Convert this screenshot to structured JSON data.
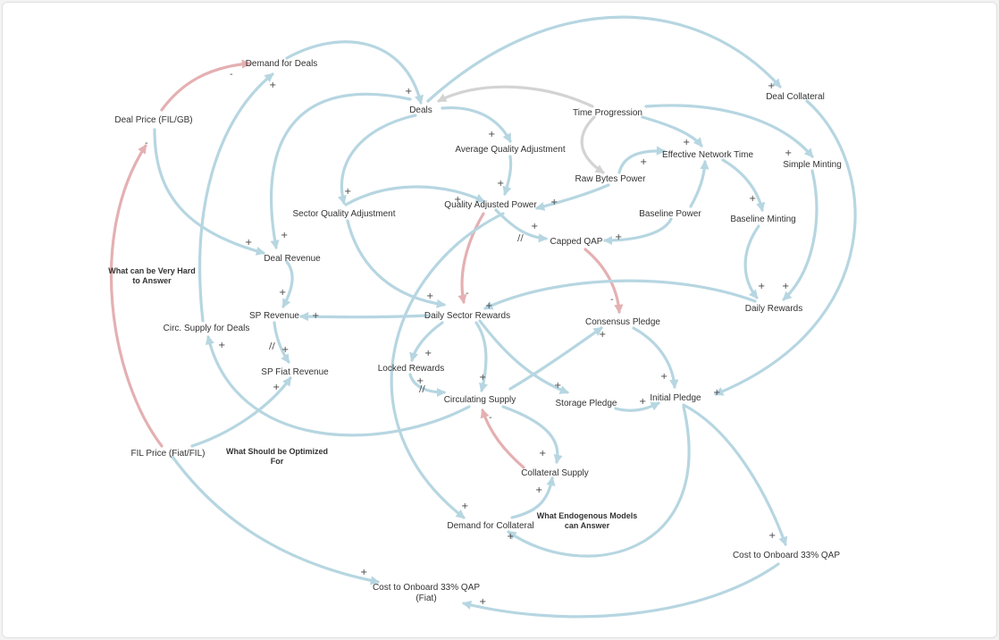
{
  "colors": {
    "positive": "#b6d6e1",
    "negative": "#e4b0b2",
    "neutral": "#d3d3d3"
  },
  "nodes": {
    "demand_for_deals": "Demand for Deals",
    "deal_price": "Deal Price (FIL/GB)",
    "deals": "Deals",
    "time_progression": "Time Progression",
    "deal_collateral": "Deal Collateral",
    "average_quality_adjustment": "Average Quality Adjustment",
    "effective_network_time": "Effective Network Time",
    "raw_bytes_power": "Raw Bytes Power",
    "simple_minting": "Simple Minting",
    "sector_quality_adjustment": "Sector Quality Adjustment",
    "quality_adjusted_power": "Quality Adjusted Power",
    "baseline_power": "Baseline Power",
    "baseline_minting": "Baseline Minting",
    "capped_qap": "Capped QAP",
    "deal_revenue": "Deal Revenue",
    "daily_rewards": "Daily Rewards",
    "sp_revenue": "SP Revenue",
    "daily_sector_rewards": "Daily Sector Rewards",
    "consensus_pledge": "Consensus Pledge",
    "circ_supply_for_deals": "Circ. Supply for Deals",
    "locked_rewards": "Locked Rewards",
    "sp_fiat_revenue": "SP Fiat Revenue",
    "initial_pledge": "Initial Pledge",
    "circulating_supply": "Circulating Supply",
    "storage_pledge": "Storage Pledge",
    "fil_price": "FIL Price (Fiat/FIL)",
    "collateral_supply": "Collateral Supply",
    "demand_for_collateral": "Demand for Collateral",
    "cost_to_onboard_qap": "Cost to Onboard 33% QAP",
    "cost_to_onboard_fiat_line1": "Cost to Onboard 33% QAP",
    "cost_to_onboard_fiat_line2": "(Fiat)"
  },
  "notes": {
    "very_hard_line1": "What can be Very Hard",
    "very_hard_line2": "to Answer",
    "optimized_line1": "What Should be Optimized",
    "optimized_line2": "For",
    "endogenous_line1": "What Endogenous Models",
    "endogenous_line2": "can Answer"
  },
  "signs": {
    "plus": "+",
    "minus": "-",
    "delay": "//"
  }
}
